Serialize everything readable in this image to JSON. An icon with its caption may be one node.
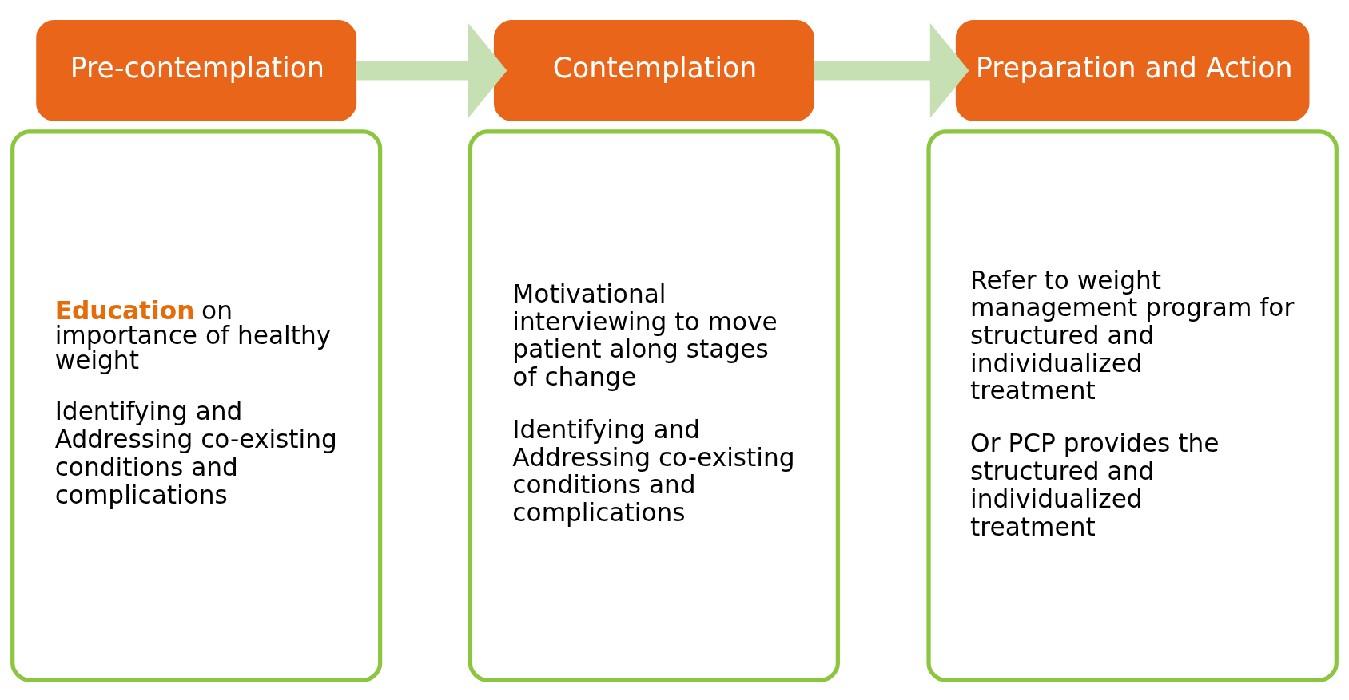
{
  "diagram": {
    "nodes": [
      {
        "text": [
          "Pre-contemplation"
        ]
      },
      {
        "text": [
          "**Education** on importance of healthy weight",
          "Identifying and Addressing co-existing conditions and complications"
        ]
      },
      {
        "text": [
          "Contemplation"
        ]
      },
      {
        "text": [
          "Motivational interviewing to move patient along stages of change",
          "Identifying and Addressing co-existing conditions and complications"
        ]
      },
      {
        "text": [
          "Preparation and Action"
        ]
      },
      {
        "text": [
          "Refer to weight management program for structured and individualized treatment",
          "Or PCP provides the structured and individualized treatment"
        ]
      }
    ],
    "edges": [
      {
        "from": 0,
        "to": 2,
        "arrow": "to",
        "color": "#c6e0b4"
      },
      {
        "from": 2,
        "to": 4,
        "arrow": "to",
        "color": "#c6e0b4"
      }
    ]
  }
}
